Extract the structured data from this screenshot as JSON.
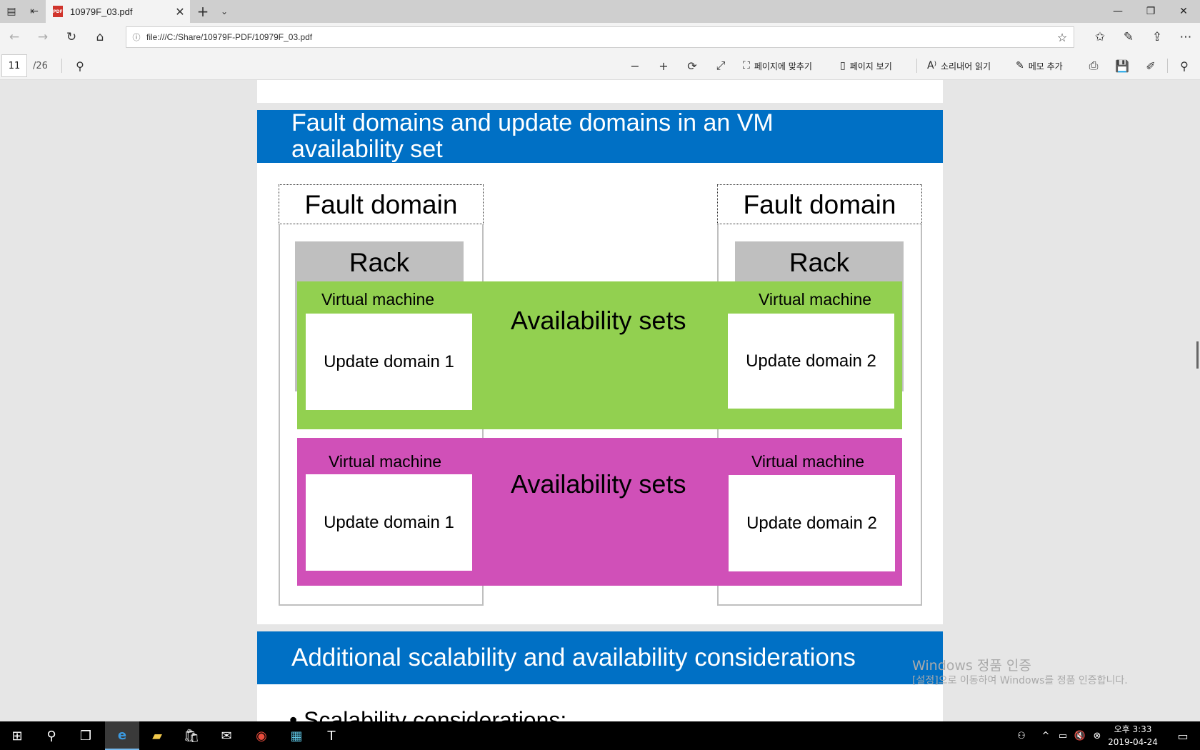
{
  "browser": {
    "tab_title": "10979F_03.pdf",
    "url": "file:///C:/Share/10979F-PDF/10979F_03.pdf"
  },
  "pdf_toolbar": {
    "current_page": "11",
    "total_pages": "/26",
    "fit_page_label": "페이지에 맞추기",
    "page_view_label": "페이지 보기",
    "read_aloud_label": "소리내어 읽기",
    "add_notes_label": "메모 추가"
  },
  "slide1": {
    "title_line1": "Fault domains and update domains in an VM",
    "title_line2": "availability set",
    "fault_domain_left": "Fault domain",
    "fault_domain_right": "Fault domain",
    "rack_left": "Rack",
    "rack_right": "Rack",
    "green_set": {
      "label": "Availability sets",
      "vm_left": "Virtual machine",
      "vm_right": "Virtual machine",
      "ud_left": "Update domain 1",
      "ud_right": "Update domain 2"
    },
    "magenta_set": {
      "label": "Availability sets",
      "vm_left": "Virtual machine",
      "vm_right": "Virtual machine",
      "ud_left": "Update domain 1",
      "ud_right": "Update domain 2"
    }
  },
  "slide2": {
    "title": "Additional scalability and availability considerations",
    "bullet": "• Scalability considerations:"
  },
  "watermark": {
    "line1": "Windows 정품 인증",
    "line2": "[설정]으로 이동하여 Windows를 정품 인증합니다."
  },
  "clock": {
    "time": "오후 3:33",
    "date": "2019-04-24"
  },
  "colors": {
    "header_blue": "#0070c5",
    "green_set": "#92d050",
    "magenta_set": "#d050b8",
    "rack_gray": "#bfbfbf"
  }
}
